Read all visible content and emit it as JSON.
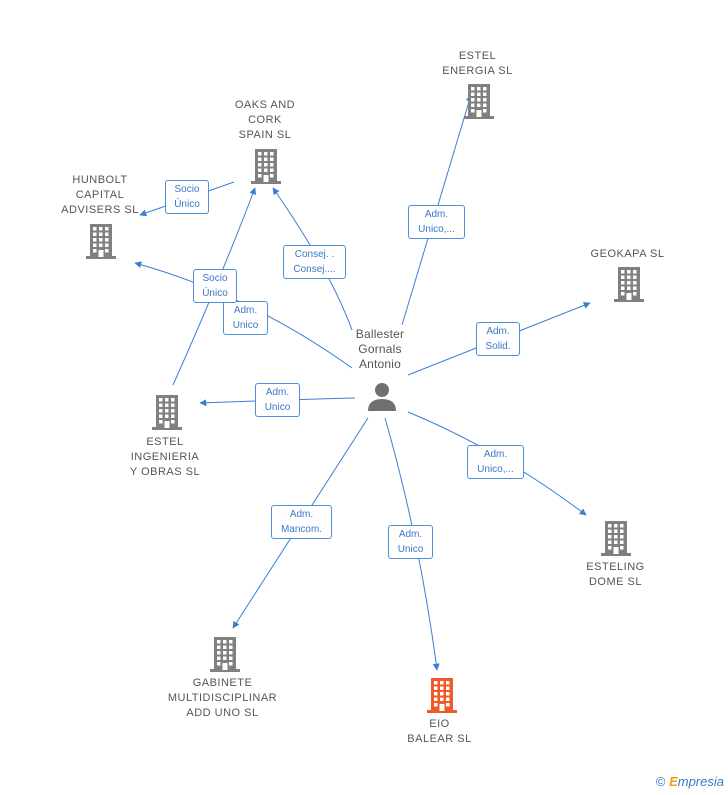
{
  "center": {
    "name": "Ballester\nGornals\nAntonio"
  },
  "companies": [
    {
      "id": "estel-energia",
      "name": "ESTEL\nENERGIA  SL",
      "highlight": false
    },
    {
      "id": "oaks-and-cork",
      "name": "OAKS AND\nCORK\nSPAIN  SL",
      "highlight": false
    },
    {
      "id": "hunbolt",
      "name": "HUNBOLT\nCAPITAL\nADVISERS  SL",
      "highlight": false
    },
    {
      "id": "geokapa",
      "name": "GEOKAPA  SL",
      "highlight": false
    },
    {
      "id": "estel-ingenieria",
      "name": "ESTEL\nINGENIERIA\nY OBRAS SL",
      "highlight": false
    },
    {
      "id": "esteling-dome",
      "name": "ESTELING\nDOME  SL",
      "highlight": false
    },
    {
      "id": "gabinete",
      "name": "GABINETE\nMULTIDISCIPLINAR\nADD UNO  SL",
      "highlight": false
    },
    {
      "id": "eio-balear",
      "name": "EIO\nBALEAR  SL",
      "highlight": true
    }
  ],
  "relations": [
    {
      "id": "r-estel-energia",
      "label": "Adm.\nUnico,..."
    },
    {
      "id": "r-oaks",
      "label": "Consej. .\nConsej...."
    },
    {
      "id": "r-hunbolt",
      "label": "Adm.\nUnico"
    },
    {
      "id": "r-geokapa",
      "label": "Adm.\nSolid."
    },
    {
      "id": "r-estel-ing",
      "label": "Adm.\nUnico"
    },
    {
      "id": "r-esteling",
      "label": "Adm.\nUnico,..."
    },
    {
      "id": "r-gabinete",
      "label": "Adm.\nMancom."
    },
    {
      "id": "r-eio",
      "label": "Adm.\nUnico"
    },
    {
      "id": "r-oaks-hunbolt",
      "label": "Socio\nÚnico"
    },
    {
      "id": "r-esting-oaks",
      "label": "Socio\nÚnico"
    }
  ],
  "colors": {
    "edge": "#3a7fd5",
    "building": "#808080",
    "building_highlight": "#f05a28",
    "person": "#707070"
  },
  "footer": {
    "copyright": "©",
    "brand_initial": "E",
    "brand_rest": "mpresia"
  }
}
